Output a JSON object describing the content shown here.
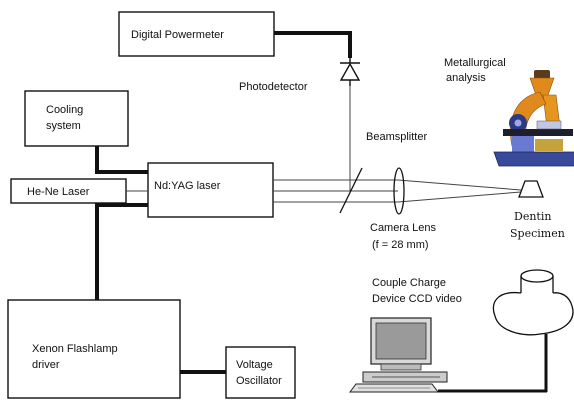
{
  "boxes": {
    "digital_powermeter": "Digital Powermeter",
    "cooling_system": [
      "Cooling",
      "system"
    ],
    "he_ne_laser": "He-Ne Laser",
    "nd_yag_laser": "Nd:YAG laser",
    "xenon_flashlamp_driver": [
      "Xenon Flashlamp",
      "driver"
    ],
    "voltage_oscillator": [
      "Voltage",
      "Oscillator"
    ]
  },
  "labels": {
    "photodetector": "Photodetector",
    "beamsplitter": "Beamsplitter",
    "metallurgical_analysis": [
      "Metallurgical",
      "analysis"
    ],
    "camera_lens": [
      "Camera Lens",
      "(f = 28 mm)"
    ],
    "dentin_specimen": [
      "Dentin",
      "Specimen"
    ],
    "ccd_video": [
      "Couple Charge",
      "Device CCD video"
    ]
  },
  "icons": [
    "photodiode-icon",
    "microscope-icon",
    "computer-icon",
    "video-camera-icon"
  ],
  "colors": {
    "line": "#111111",
    "microscope_body": "#e08a1e",
    "microscope_dark": "#3a4a9a"
  }
}
